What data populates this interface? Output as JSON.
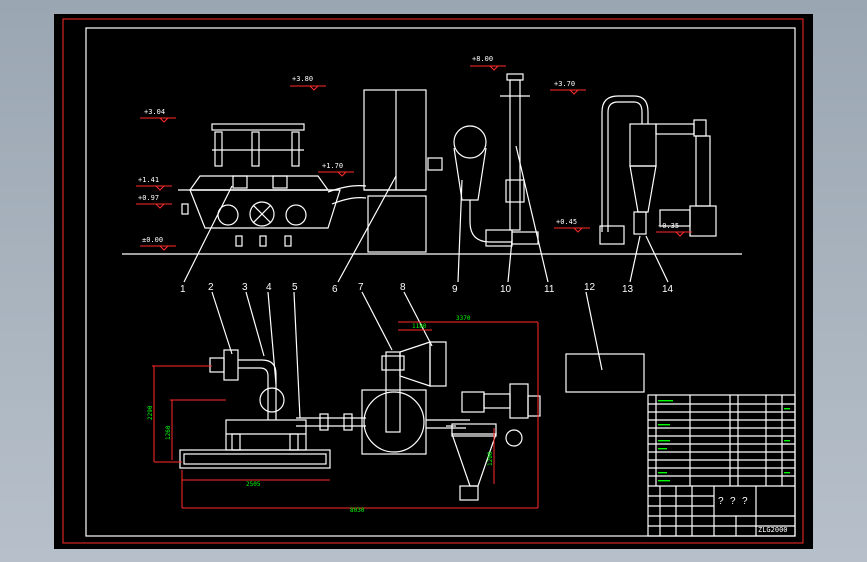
{
  "elevations": {
    "e304": "+3.04",
    "e380": "+3.80",
    "e800": "+8.00",
    "e370": "+3.70",
    "e141": "+1.41",
    "e097": "+0.97",
    "e170": "+1.70",
    "e000": "±0.00",
    "e045": "+0.45",
    "e035": "+0.35"
  },
  "callouts": [
    "1",
    "2",
    "3",
    "4",
    "5",
    "6",
    "7",
    "8",
    "9",
    "10",
    "11",
    "12",
    "13",
    "14"
  ],
  "dimensions": {
    "d3370": "3370",
    "d1180": "1180",
    "d2290": "2290",
    "d1260": "1260",
    "d1200": "1200",
    "d2505": "2505",
    "d8030": "8030"
  },
  "title_block": {
    "q1": "?",
    "q2": "?",
    "q3": "?",
    "drawing_no": "ZLG2000"
  },
  "colors": {
    "background": "#000000",
    "border": "#ff2a2a",
    "lines": "#ffffff",
    "dimensions": "#00ff00"
  }
}
